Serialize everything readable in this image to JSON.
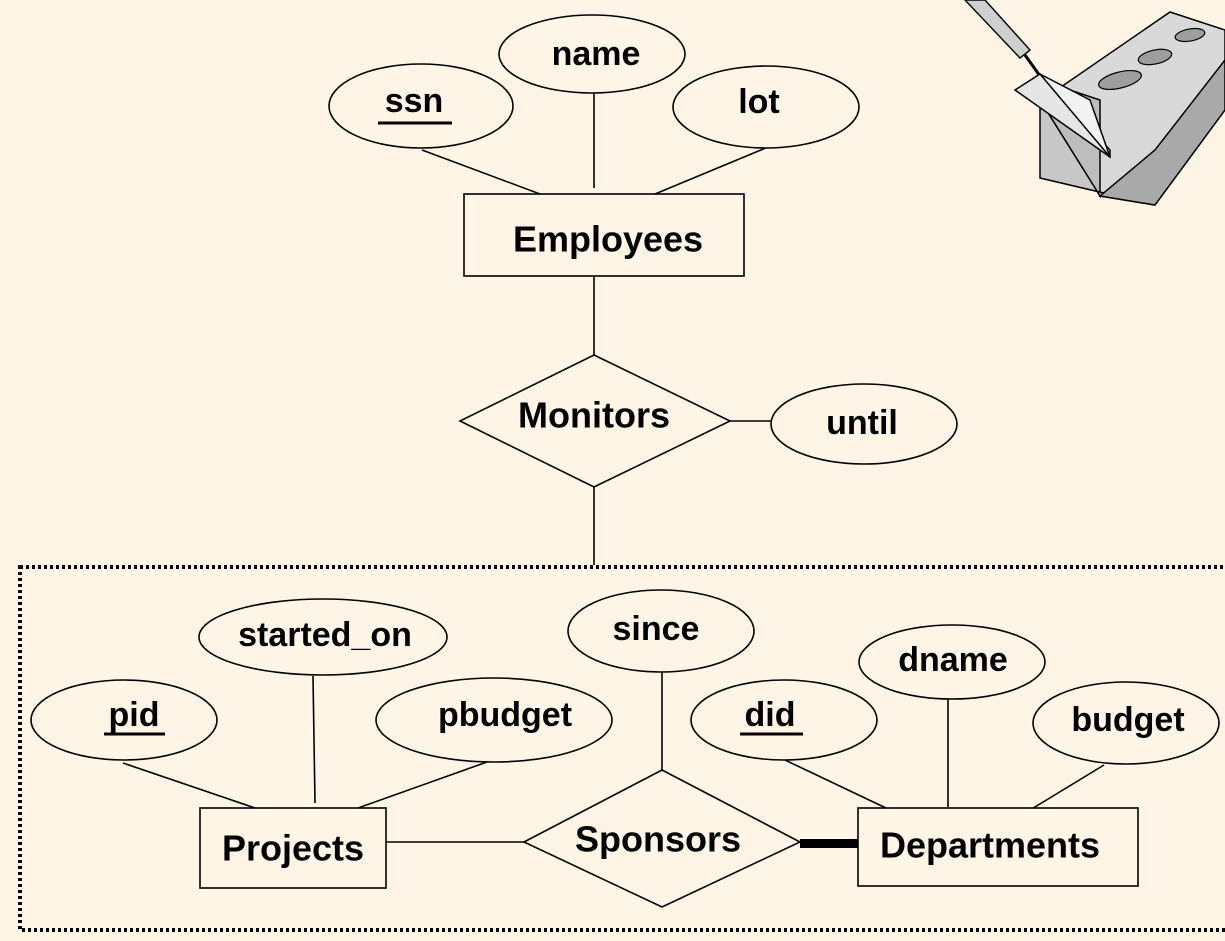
{
  "entities": {
    "employees": "Employees",
    "projects": "Projects",
    "departments": "Departments"
  },
  "relationships": {
    "monitors": "Monitors",
    "sponsors": "Sponsors"
  },
  "attributes": {
    "ssn": "ssn",
    "name": "name",
    "lot": "lot",
    "until": "until",
    "pid": "pid",
    "started_on": "started_on",
    "pbudget": "pbudget",
    "since": "since",
    "did": "did",
    "dname": "dname",
    "budget": "budget"
  },
  "key_attributes": [
    "ssn",
    "pid",
    "did"
  ],
  "aggregation_border": "dotted",
  "colors": {
    "background": "#fff5e6",
    "stroke": "#000000"
  }
}
